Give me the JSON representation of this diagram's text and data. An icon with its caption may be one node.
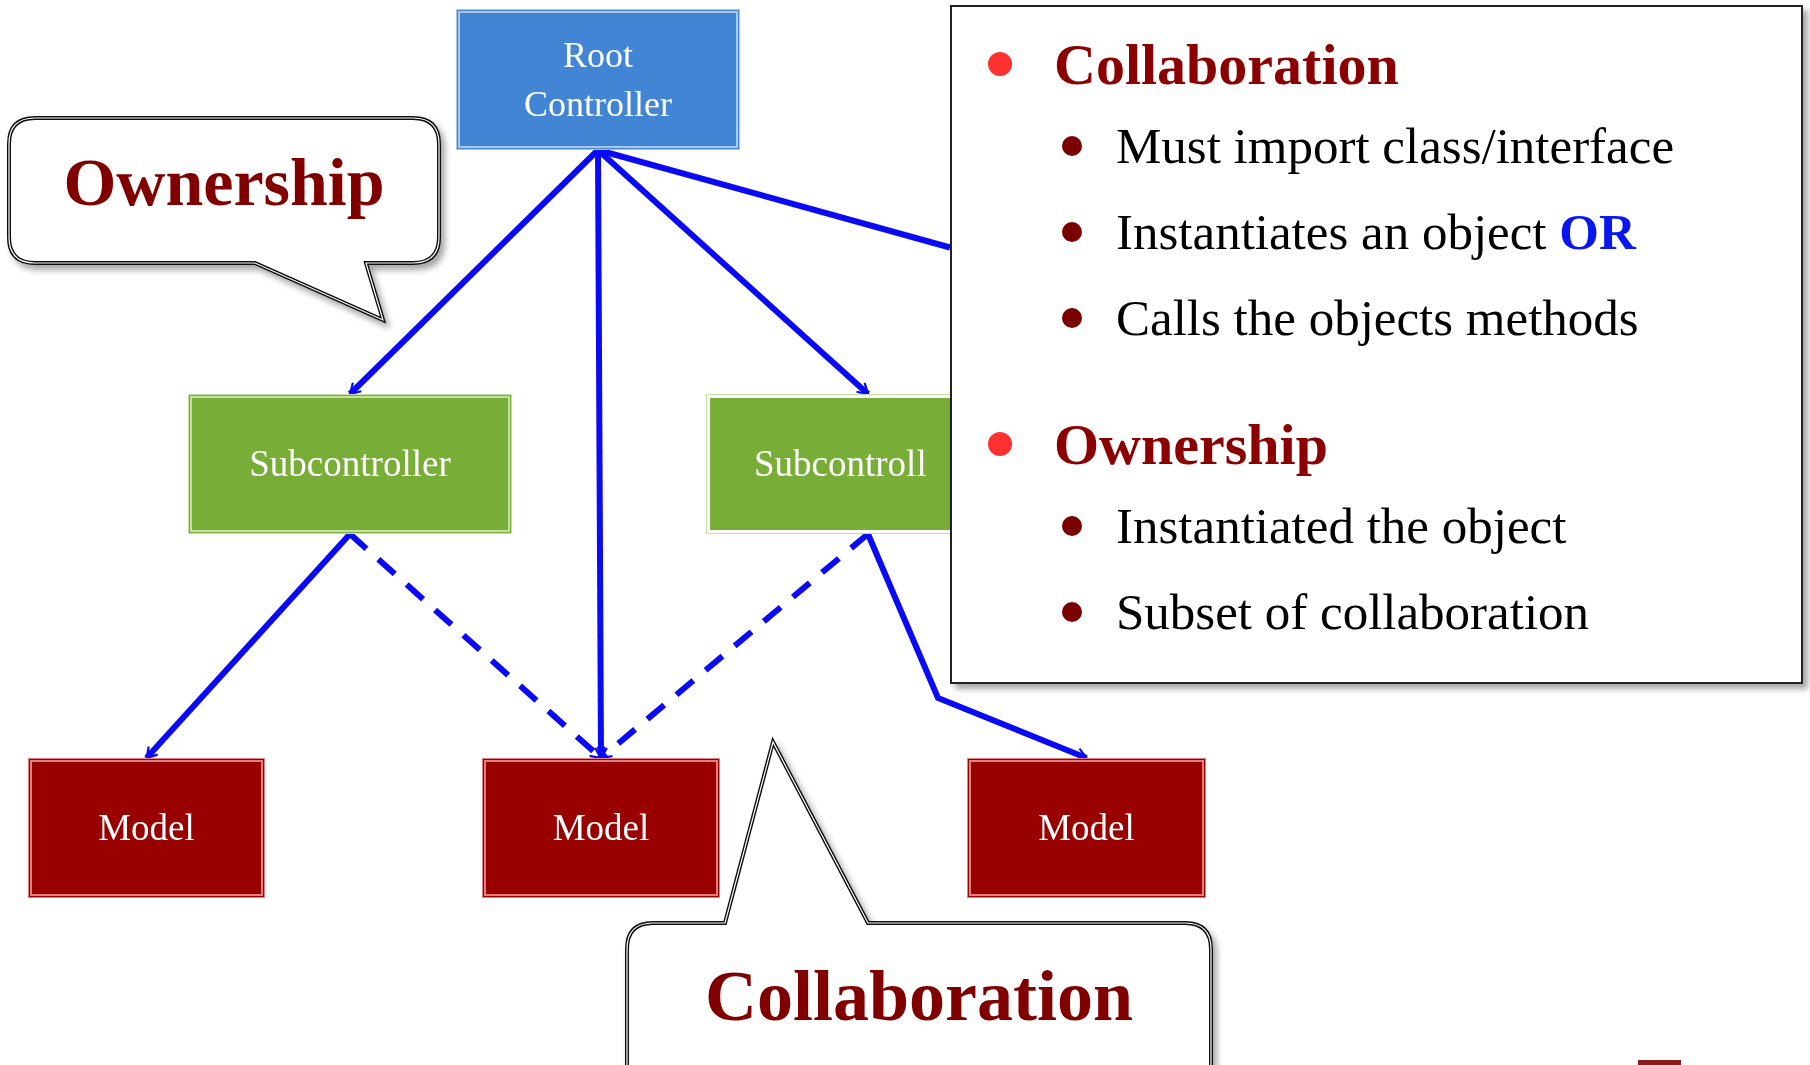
{
  "diagram": {
    "nodes": [
      {
        "text": [
          "Root Controller"
        ]
      },
      {
        "text": [
          "Ownership"
        ]
      },
      {
        "text": [
          "Collaboration",
          "Must import class/interface",
          "Instantiates an object **OR**",
          "Calls the objects methods",
          "Ownership",
          "Instantiated the object",
          "Subset of collaboration"
        ]
      },
      {
        "text": [
          "Subcontroller"
        ]
      },
      {
        "text": [
          "Subcontroll"
        ]
      },
      {
        "text": [
          "Model"
        ]
      },
      {
        "text": [
          "Model"
        ]
      },
      {
        "text": [
          "Model"
        ]
      },
      {
        "text": [
          "Collaboration"
        ]
      }
    ],
    "edges": [
      {
        "from": 0,
        "to": 3,
        "arrow": "to"
      },
      {
        "from": 0,
        "to": 6,
        "arrow": "to"
      },
      {
        "from": 0,
        "to": 4,
        "arrow": "to"
      },
      {
        "from": 0,
        "to": 2,
        "arrow": "none"
      },
      {
        "from": 3,
        "to": 5,
        "arrow": "to"
      },
      {
        "from": 3,
        "to": 6,
        "arrow": "to",
        "style": "dashed"
      },
      {
        "from": 4,
        "to": 6,
        "arrow": "to",
        "style": "dashed"
      },
      {
        "from": 4,
        "to": 7,
        "arrow": "to"
      }
    ]
  }
}
